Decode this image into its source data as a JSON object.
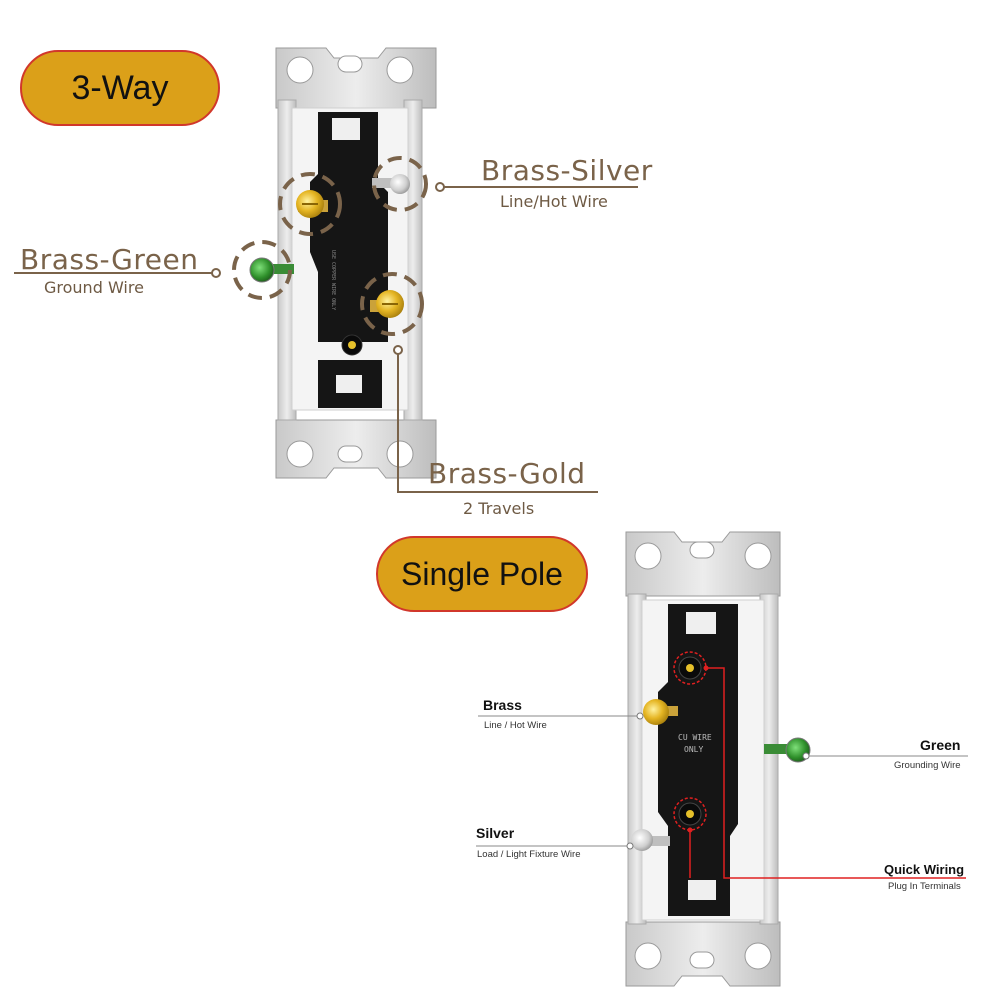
{
  "three_way": {
    "title": "3-Way",
    "labels": {
      "brass_silver": {
        "title": "Brass-Silver",
        "subtitle": "Line/Hot Wire"
      },
      "brass_green": {
        "title": "Brass-Green",
        "subtitle": "Ground Wire"
      },
      "brass_gold": {
        "title": "Brass-Gold",
        "subtitle": "2 Travels"
      }
    }
  },
  "single_pole": {
    "title": "Single Pole",
    "labels": {
      "brass": {
        "title": "Brass",
        "subtitle": "Line / Hot Wire"
      },
      "green": {
        "title": "Green",
        "subtitle": "Grounding Wire"
      },
      "silver": {
        "title": "Silver",
        "subtitle": "Load / Light Fixture Wire"
      },
      "quick_wiring": {
        "title": "Quick Wiring",
        "subtitle": "Plug In Terminals"
      }
    }
  },
  "colors": {
    "pill_fill": "#dba019",
    "pill_border": "#d1372b",
    "callout_brown": "#7a634a",
    "quick_wiring_red": "#e02020"
  }
}
